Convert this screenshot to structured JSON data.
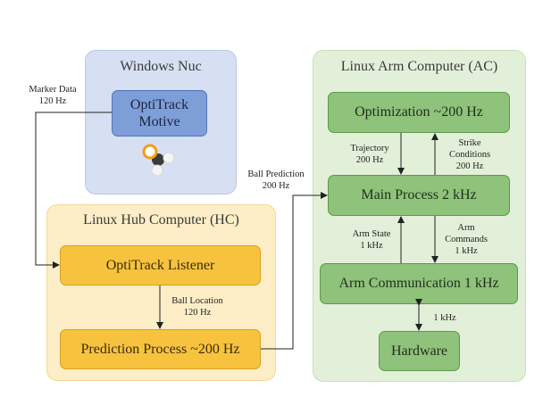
{
  "regions": {
    "windows": {
      "title": "Windows Nuc",
      "color": "#d6e0f2"
    },
    "hub": {
      "title": "Linux Hub Computer (HC)",
      "color": "#fdeec7"
    },
    "arm": {
      "title": "Linux Arm Computer (AC)",
      "color": "#e2f0d9"
    }
  },
  "nodes": {
    "optitrack_motive": [
      "OptiTrack",
      "Motive"
    ],
    "optitrack_listener": "OptiTrack Listener",
    "prediction_process": "Prediction Process ~200 Hz",
    "optimization": "Optimization ~200 Hz",
    "main_process": "Main Process 2 kHz",
    "arm_communication": "Arm Communication 1 kHz",
    "hardware": "Hardware"
  },
  "edges": {
    "marker_data": [
      "Marker Data",
      "120 Hz"
    ],
    "ball_location": [
      "Ball Location",
      "120 Hz"
    ],
    "ball_prediction": [
      "Ball Prediction",
      "200 Hz"
    ],
    "trajectory": [
      "Trajectory",
      "200 Hz"
    ],
    "strike_conditions": [
      "Strike",
      "Conditions",
      "200 Hz"
    ],
    "arm_state": [
      "Arm State",
      "1 kHz"
    ],
    "arm_commands": [
      "Arm",
      "Commands",
      "1 kHz"
    ],
    "hardware_link": "1 kHz"
  }
}
